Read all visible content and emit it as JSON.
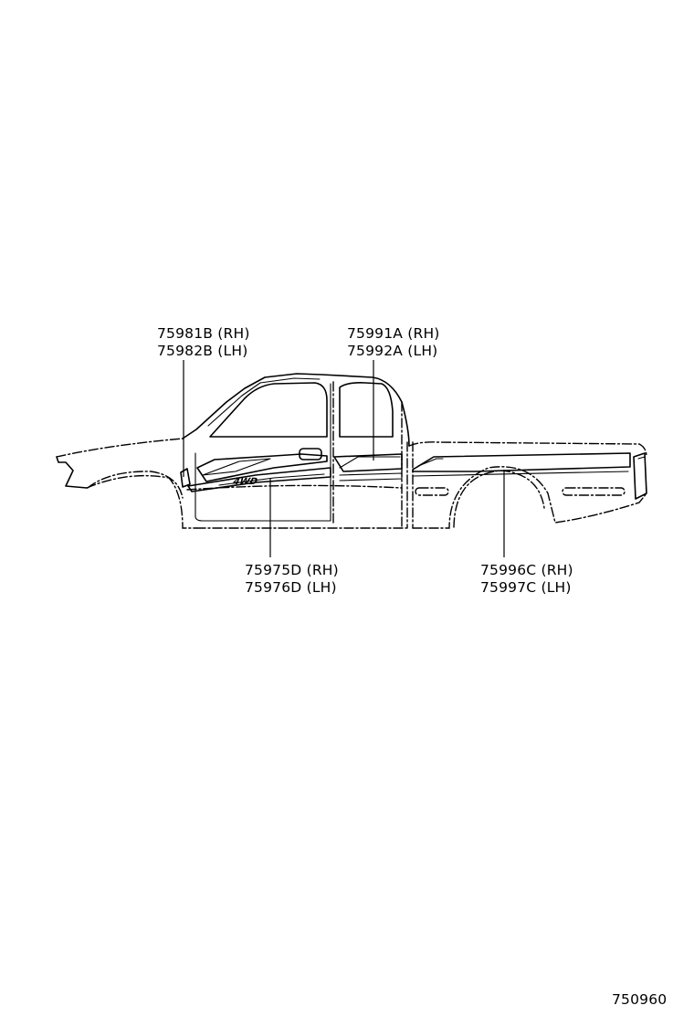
{
  "diagram": {
    "callouts": [
      {
        "id": "cab-front",
        "lines": [
          "75981B (RH)",
          "75982B (LH)"
        ]
      },
      {
        "id": "cab-rear",
        "lines": [
          "75991A (RH)",
          "75992A (LH)"
        ]
      },
      {
        "id": "door-lower",
        "lines": [
          "75975D (RH)",
          "75976D (LH)"
        ]
      },
      {
        "id": "bed-side",
        "lines": [
          "75996C (RH)",
          "75997C (LH)"
        ]
      }
    ],
    "emblem_text": "4WD",
    "figure_number": "750960"
  }
}
